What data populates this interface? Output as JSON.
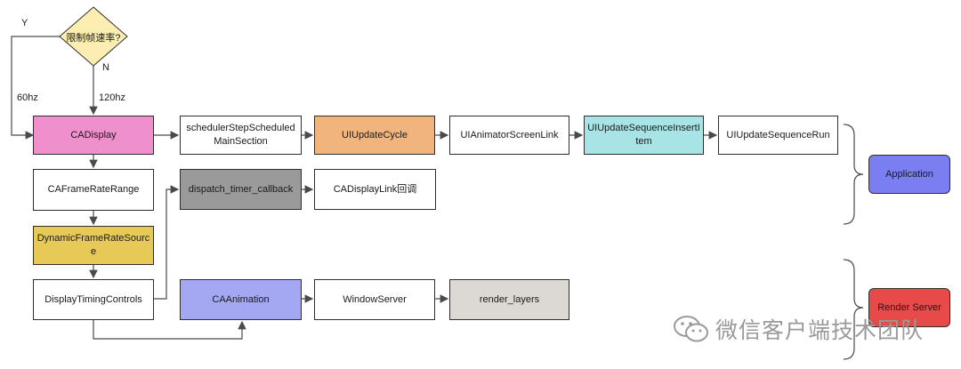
{
  "decision": {
    "text": "限制帧速率?",
    "yes": "Y",
    "no": "N"
  },
  "edge_labels": {
    "sixty": "60hz",
    "onetwenty": "120hz"
  },
  "nodes": {
    "cadisplay": "CADisplay",
    "scheduler": "schedulerStepScheduledMainSection",
    "uiupdatecycle": "UIUpdateCycle",
    "uianimator": "UIAnimatorScreenLink",
    "uiupdateseqinsert": "UIUpdateSequenceInsertItem",
    "uiupdateseqrun": "UIUpdateSequenceRun",
    "caframerate": "CAFrameRateRange",
    "dispatch": "dispatch_timer_callback",
    "cadisplaylink": "CADisplayLink回调",
    "dynamicsource": "DynamicFrameRateSource",
    "displaytiming": "DisplayTimingControls",
    "caanimation": "CAAnimation",
    "windowserver": "WindowServer",
    "renderlayers": "render_layers"
  },
  "groups": {
    "application": "Application",
    "render_server": "Render Server"
  },
  "watermark": "微信客户端技术团队",
  "colors": {
    "decision": "#fbeeb0",
    "cadisplay": "#ef90cd",
    "uiupdatecycle": "#f0b47c",
    "uiupdateseqinsert": "#a8e4e6",
    "dispatch": "#9a9a9a",
    "dynamicsource": "#e6c957",
    "caanimation": "#a4a8f2",
    "renderlayers": "#dcd9d4",
    "application": "#7b7ef0",
    "render_server": "#e84a4a"
  }
}
